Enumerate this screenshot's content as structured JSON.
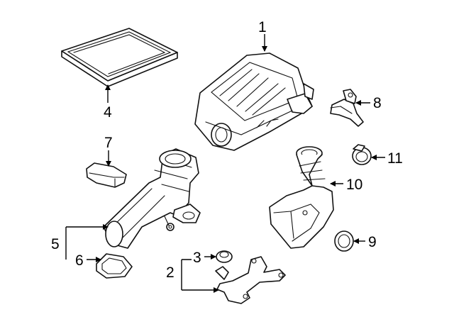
{
  "callouts": {
    "c1": "1",
    "c2": "2",
    "c3": "3",
    "c4": "4",
    "c5": "5",
    "c6": "6",
    "c7": "7",
    "c8": "8",
    "c9": "9",
    "c10": "10",
    "c11": "11"
  },
  "colors": {
    "line": "#111111",
    "fill": "#ffffff",
    "shade": "#333333"
  }
}
